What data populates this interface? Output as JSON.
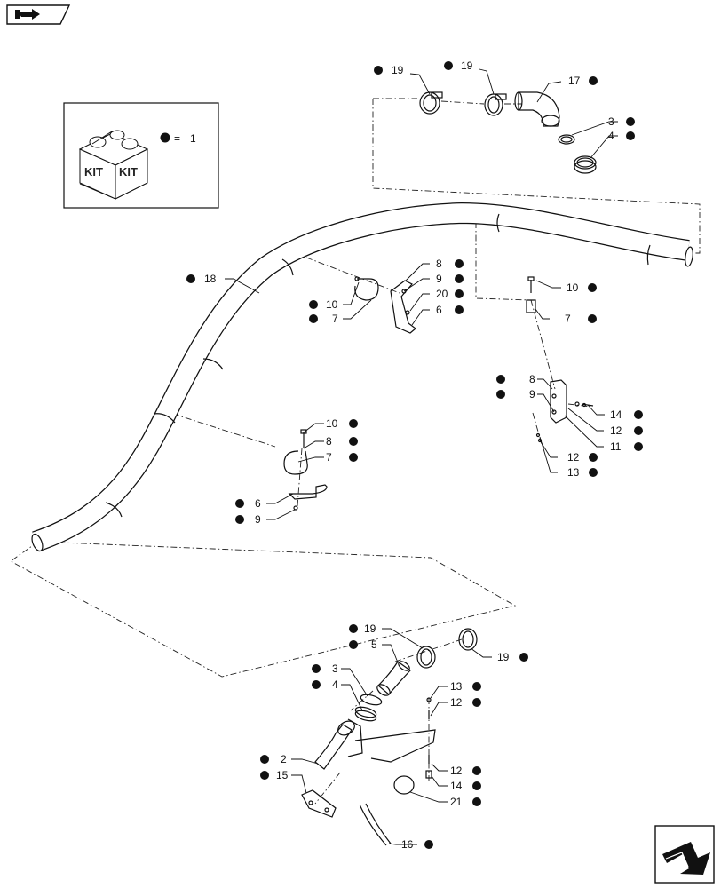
{
  "legend": {
    "equals": "=",
    "value": "1"
  },
  "kit_box": {
    "word_left": "KIT",
    "word_right": "KIT"
  },
  "icons": {
    "top_left": "book-arrow-icon",
    "bottom_right": "next-page-arrow-icon",
    "bullet": "filled-circle-bullet"
  },
  "callouts": [
    {
      "id": "c19a",
      "text": "19"
    },
    {
      "id": "c19b",
      "text": "19"
    },
    {
      "id": "c17",
      "text": "17"
    },
    {
      "id": "c3a",
      "text": "3"
    },
    {
      "id": "c4a",
      "text": "4"
    },
    {
      "id": "c18",
      "text": "18"
    },
    {
      "id": "c8a",
      "text": "8"
    },
    {
      "id": "c9a",
      "text": "9"
    },
    {
      "id": "c20",
      "text": "20"
    },
    {
      "id": "c6a",
      "text": "6"
    },
    {
      "id": "c10a",
      "text": "10"
    },
    {
      "id": "c7a",
      "text": "7"
    },
    {
      "id": "c10b",
      "text": "10"
    },
    {
      "id": "c7b",
      "text": "7"
    },
    {
      "id": "c8b",
      "text": "8"
    },
    {
      "id": "c9b",
      "text": "9"
    },
    {
      "id": "c14a",
      "text": "14"
    },
    {
      "id": "c12a",
      "text": "12"
    },
    {
      "id": "c11",
      "text": "11"
    },
    {
      "id": "c12b",
      "text": "12"
    },
    {
      "id": "c13a",
      "text": "13"
    },
    {
      "id": "c10c",
      "text": "10"
    },
    {
      "id": "c8c",
      "text": "8"
    },
    {
      "id": "c7c",
      "text": "7"
    },
    {
      "id": "c6b",
      "text": "6"
    },
    {
      "id": "c9c",
      "text": "9"
    },
    {
      "id": "c19c",
      "text": "19"
    },
    {
      "id": "c5",
      "text": "5"
    },
    {
      "id": "c19d",
      "text": "19"
    },
    {
      "id": "c3b",
      "text": "3"
    },
    {
      "id": "c4b",
      "text": "4"
    },
    {
      "id": "c13b",
      "text": "13"
    },
    {
      "id": "c12c",
      "text": "12"
    },
    {
      "id": "c2",
      "text": "2"
    },
    {
      "id": "c15",
      "text": "15"
    },
    {
      "id": "c12d",
      "text": "12"
    },
    {
      "id": "c14b",
      "text": "14"
    },
    {
      "id": "c21",
      "text": "21"
    },
    {
      "id": "c16",
      "text": "16"
    }
  ]
}
